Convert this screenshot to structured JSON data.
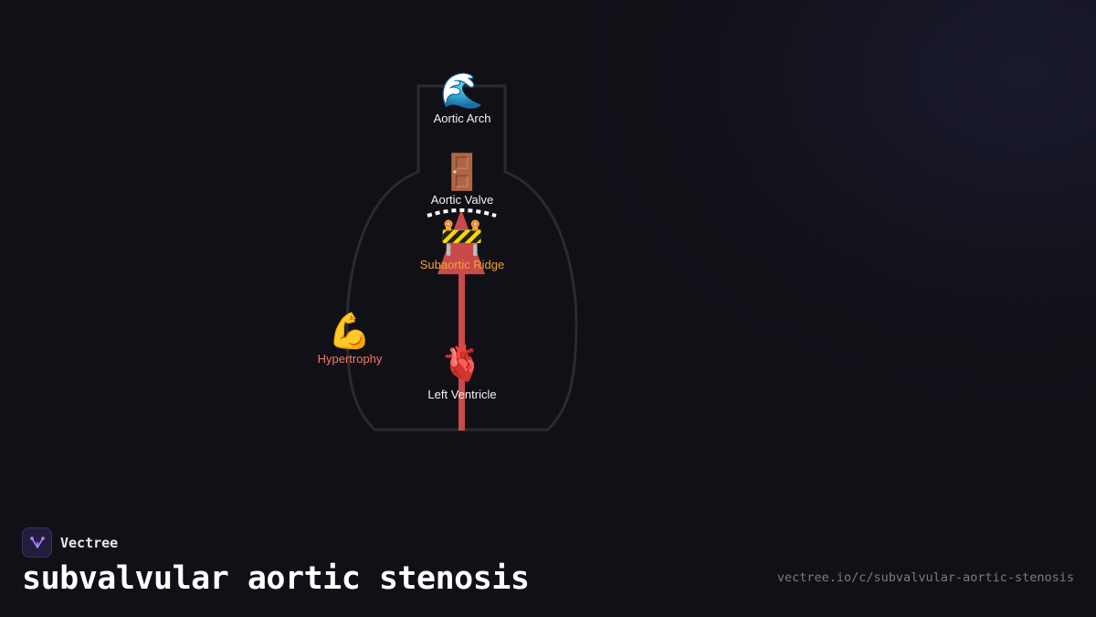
{
  "diagram": {
    "nodes": {
      "aortic_arch": {
        "icon": "water-wave-icon",
        "emoji": "🌊",
        "label": "Aortic Arch"
      },
      "aortic_valve": {
        "icon": "door-icon",
        "emoji": "🚪",
        "label": "Aortic Valve"
      },
      "subaortic_ridge": {
        "icon": "construction-barrier-icon",
        "emoji": "🚧",
        "label": "Subaortic Ridge"
      },
      "hypertrophy": {
        "icon": "flexed-biceps-icon",
        "emoji": "💪",
        "label": "Hypertrophy"
      },
      "left_ventricle": {
        "icon": "anatomical-heart-icon",
        "emoji": "🫀",
        "label": "Left Ventricle"
      }
    },
    "colors": {
      "outline": "#2a2a30",
      "flow": "#c94a4a",
      "label": "#f2f2f2",
      "warning_label": "#f0a23a",
      "alert_label": "#f07a6a"
    }
  },
  "footer": {
    "brand": "Vectree",
    "brand_icon": "vectree-logo-icon",
    "title": "subvalvular aortic stenosis",
    "url": "vectree.io/c/subvalvular-aortic-stenosis"
  }
}
